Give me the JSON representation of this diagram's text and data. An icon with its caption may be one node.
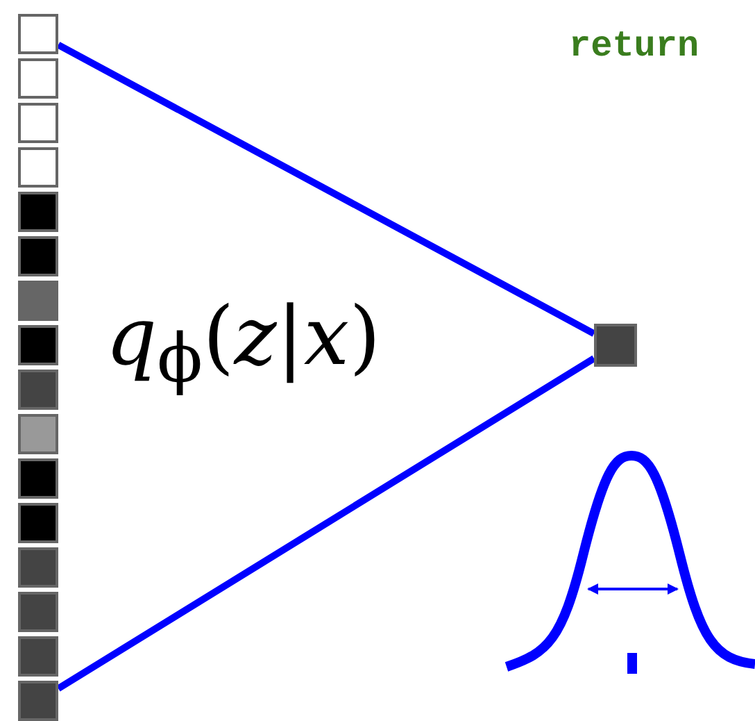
{
  "diagram": {
    "nodes": [
      {
        "text": [],
        "shape": "box"
      },
      {
        "text": [],
        "shape": "box"
      },
      {
        "text": [],
        "shape": "box"
      },
      {
        "text": [],
        "shape": "box"
      },
      {
        "text": [],
        "shape": "box"
      },
      {
        "text": [],
        "shape": "box"
      },
      {
        "text": [],
        "shape": "box"
      },
      {
        "text": [],
        "shape": "box"
      },
      {
        "text": [],
        "shape": "box"
      },
      {
        "text": [],
        "shape": "box"
      },
      {
        "text": [],
        "shape": "box"
      },
      {
        "text": [],
        "shape": "box"
      },
      {
        "text": [],
        "shape": "box"
      },
      {
        "text": [],
        "shape": "box"
      },
      {
        "text": [],
        "shape": "box"
      },
      {
        "text": [],
        "shape": "box"
      },
      {
        "text": [],
        "shape": "box"
      }
    ],
    "edges": [
      {
        "from": 0,
        "to": 16,
        "arrow": "none"
      },
      {
        "from": 15,
        "to": 16,
        "arrow": "none"
      }
    ],
    "labels": [
      "return",
      "*q*$_{ϕ}$(*z*|*x*)"
    ]
  }
}
